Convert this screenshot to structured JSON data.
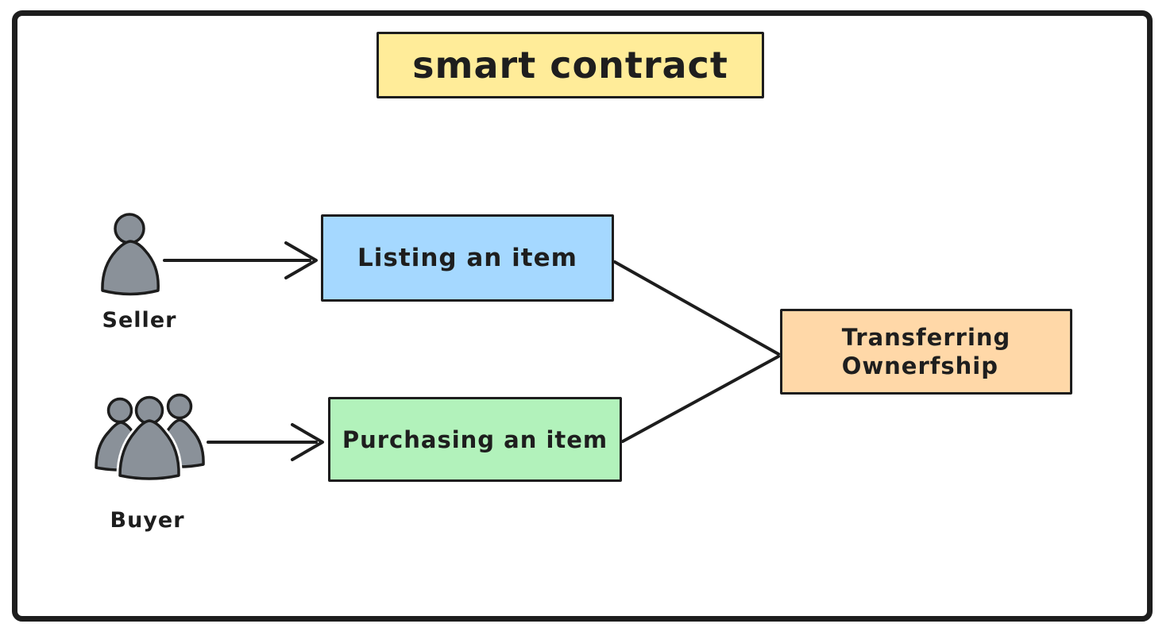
{
  "diagram": {
    "title": {
      "label": "smart contract"
    },
    "boxes": {
      "listing": {
        "label": "Listing an item"
      },
      "purchasing": {
        "label": "Purchasing an item"
      },
      "transferring": {
        "line1": "Transferring",
        "line2": "Ownerfship"
      }
    },
    "actors": {
      "seller": {
        "label": "Seller",
        "icon": "person-icon"
      },
      "buyer": {
        "label": "Buyer",
        "icon": "people-group-icon"
      }
    },
    "edges": [
      {
        "from": "seller",
        "to": "listing",
        "style": "arrow"
      },
      {
        "from": "buyer",
        "to": "purchasing",
        "style": "arrow"
      },
      {
        "from": "listing",
        "to": "transferring",
        "style": "line"
      },
      {
        "from": "purchasing",
        "to": "transferring",
        "style": "line"
      }
    ],
    "colors": {
      "stroke": "#1d1d1d",
      "title_fill": "#ffec99",
      "listing_fill": "#a5d8ff",
      "purchasing_fill": "#b2f2bb",
      "transferring_fill": "#ffd8a8",
      "actor_fill": "#8a9199"
    }
  }
}
